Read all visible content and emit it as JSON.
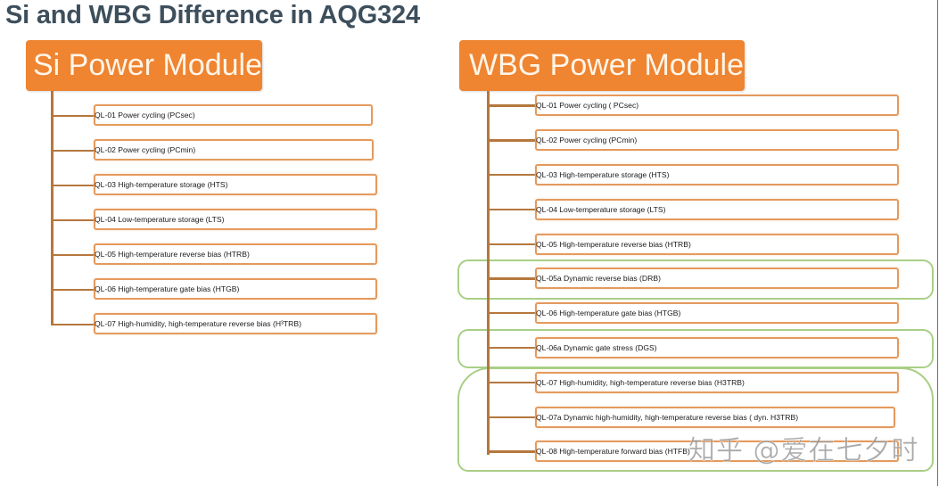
{
  "title": "Si and WBG Difference in AQG324",
  "colors": {
    "title": "#3e4f5c",
    "header_bg": "#ef8431",
    "header_text": "#fff5e8",
    "item_border": "#e49a5e",
    "connector": "#b5773d",
    "highlight": "#a9cf86"
  },
  "si": {
    "header": "Si Power Module",
    "items": [
      "QL-01 Power cycling (PCsec)",
      "QL-02 Power cycling (PCmin)",
      "QL-03 High-temperature storage (HTS)",
      "QL-04 Low-temperature storage (LTS)",
      "QL-05 High-temperature reverse bias (HTRB)",
      "QL-06 High-temperature gate bias (HTGB)",
      "QL-07 High-humidity, high-temperature reverse bias (H³TRB)"
    ]
  },
  "wbg": {
    "header": "WBG Power Module",
    "items": [
      "QL-01 Power cycling ( PCsec)",
      "QL-02 Power cycling (PCmin)",
      "QL-03 High-temperature storage (HTS)",
      "QL-04 Low-temperature storage (LTS)",
      "QL-05 High-temperature reverse bias (HTRB)",
      "QL-05a Dynamic reverse bias (DRB)",
      "QL-06 High-temperature gate bias (HTGB)",
      "QL-06a Dynamic gate stress (DGS)",
      "QL-07 High-humidity, high-temperature reverse bias (H3TRB)",
      "QL-07a Dynamic high-humidity, high-temperature reverse bias (   dyn. H3TRB)",
      "QL-08 High-temperature forward bias (HTFB)"
    ],
    "highlighted_groups": [
      [
        "QL-05a Dynamic reverse bias (DRB)"
      ],
      [
        "QL-06a Dynamic gate stress (DGS)"
      ],
      [
        "QL-07 High-humidity, high-temperature reverse bias (H3TRB)",
        "QL-07a Dynamic high-humidity, high-temperature reverse bias (   dyn. H3TRB)",
        "QL-08 High-temperature forward bias (HTFB)"
      ]
    ]
  },
  "watermark": "知乎 @爱在七夕时"
}
